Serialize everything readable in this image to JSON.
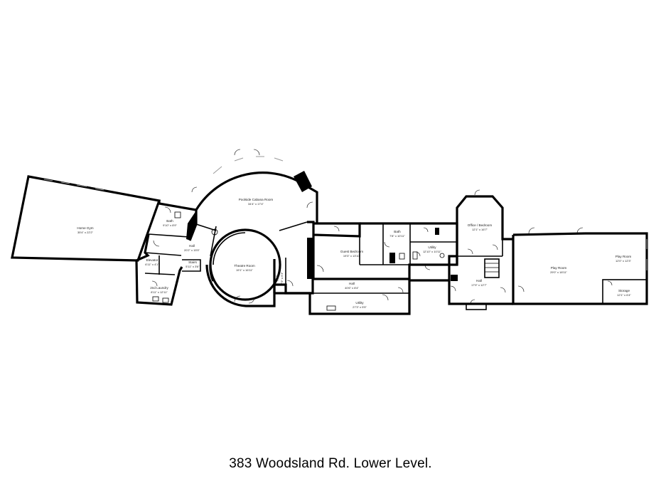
{
  "caption": "383 Woodsland Rd. Lower Level.",
  "rooms": {
    "home_gym": {
      "name": "Home Gym",
      "dim": "35'4\" x 22'2\""
    },
    "bath_left": {
      "name": "Bath",
      "dim": "9'10\" x 8'9\""
    },
    "hall_left": {
      "name": "Hall",
      "dim": "20'2\" x 15'5\""
    },
    "elevator": {
      "name": "Elevator",
      "dim": "6'11\" x 4'1\""
    },
    "laundry": {
      "name": "2nd Laundry",
      "dim": "8'11\" x 12'11\""
    },
    "stairs_left": {
      "name": "Stairs",
      "dim": "5'11\" x 3'6\""
    },
    "cabana": {
      "name": "Poolside Cabana Room",
      "dim": "34'4\" x 17'4\""
    },
    "theatre": {
      "name": "Theatre Room",
      "dim": "19'1\" x 16'11\""
    },
    "hall_small": {
      "name": "Hall",
      "dim": "7'9\" x 5'3\""
    },
    "guest_bedroom": {
      "name": "Guest Bedroom",
      "dim": "19'3\" x 13'10\""
    },
    "bath_mid": {
      "name": "Bath",
      "dim": "7'8\" x 10'11\""
    },
    "utility_mid": {
      "name": "Utility",
      "dim": "12'10\" x 10'11\""
    },
    "hall_long": {
      "name": "Hall",
      "dim": "40'6\" x 8'4\""
    },
    "utility_bottom": {
      "name": "Utility",
      "dim": "27'3\" x 5'5\""
    },
    "office": {
      "name": "Office / Bedroom",
      "dim": "12'1\" x 16'7\""
    },
    "hall_right": {
      "name": "Hall",
      "dim": "17'9\" x 12'7\""
    },
    "play_room_main": {
      "name": "Play Room",
      "dim": "29'0\" x 18'11\""
    },
    "play_room_side": {
      "name": "Play Room",
      "dim": "12'0\" x 12'3\""
    },
    "storage": {
      "name": "Storage",
      "dim": "12'1\" x 6'4\""
    }
  }
}
